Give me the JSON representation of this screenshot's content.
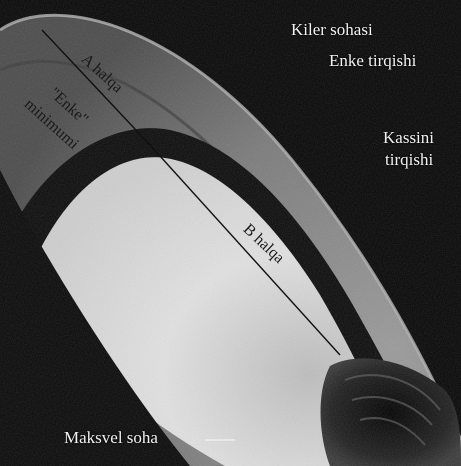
{
  "image": {
    "subject": "Saturn ring system",
    "colors": {
      "background": "#050505",
      "ring_light": "#d8d8d8",
      "ring_mid": "#8c8c8c",
      "gap": "#0a0a0a",
      "text": "#f2f2f2"
    }
  },
  "labels": {
    "keeler_zone": "Kiler sohasi",
    "encke_gap": "Enke tirqishi",
    "cassini_gap_line1": "Kassini",
    "cassini_gap_line2": "tirqishi",
    "a_ring": "A halqa",
    "encke_minimum_line1": "\"Enke\"",
    "encke_minimum_line2": "minimumi",
    "b_ring": "B halqa",
    "maxwell_zone": "Maksvel soha"
  }
}
